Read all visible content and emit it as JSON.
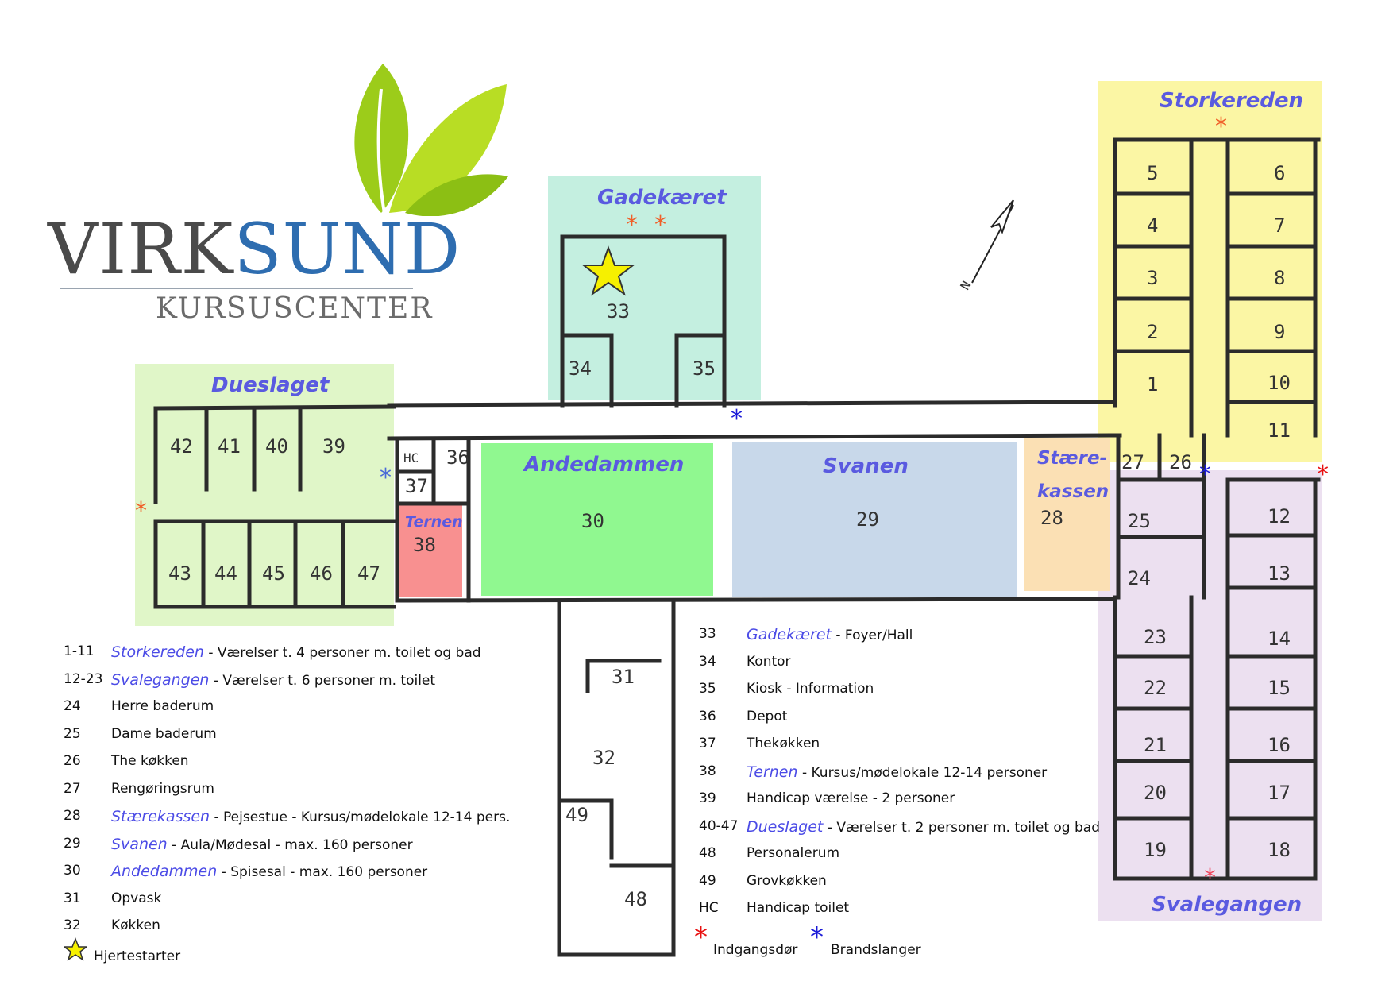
{
  "brand": {
    "logo_part1": "VIRK",
    "logo_part2": "SUND",
    "logo_sub": "KURSUSCENTER",
    "color_dark": "#4a4a4a",
    "color_blue": "#2e6db0",
    "leaf_color": "#9ccc1a"
  },
  "zones": {
    "storkereden": "Storkereden",
    "svalegangen": "Svalegangen",
    "gadekaeret": "Gadekæret",
    "dueslaget": "Dueslaget",
    "andedammen": "Andedammen",
    "svanen": "Svanen",
    "staere_1": "Stære-",
    "staere_2": "kassen",
    "ternen": "Ternen"
  },
  "rooms": {
    "r1": "1",
    "r2": "2",
    "r3": "3",
    "r4": "4",
    "r5": "5",
    "r6": "6",
    "r7": "7",
    "r8": "8",
    "r9": "9",
    "r10": "10",
    "r11": "11",
    "r12": "12",
    "r13": "13",
    "r14": "14",
    "r15": "15",
    "r16": "16",
    "r17": "17",
    "r18": "18",
    "r19": "19",
    "r20": "20",
    "r21": "21",
    "r22": "22",
    "r23": "23",
    "r24": "24",
    "r25": "25",
    "r26": "26",
    "r27": "27",
    "r28": "28",
    "r29": "29",
    "r30": "30",
    "r31": "31",
    "r32": "32",
    "r33": "33",
    "r34": "34",
    "r35": "35",
    "r36": "36",
    "r37": "37",
    "r38": "38",
    "r39": "39",
    "r40": "40",
    "r41": "41",
    "r42": "42",
    "r43": "43",
    "r44": "44",
    "r45": "45",
    "r46": "46",
    "r47": "47",
    "r48": "48",
    "r49": "49",
    "hc": "HC",
    "compass_n": "N"
  },
  "zone_colors": {
    "storkereden": "#fbf6a4",
    "svalegangen": "#ece0f0",
    "gadekaeret": "#c4efe0",
    "dueslaget": "#e0f6c8",
    "andedammen": "#90f890",
    "svanen": "#c8d8ea",
    "staerekassen": "#fbe0b4",
    "ternen": "#f89090"
  },
  "legend_left": [
    {
      "num": "1-11",
      "name": "Storkereden",
      "desc": " - Værelser t. 4 personer m. toilet og bad"
    },
    {
      "num": "12-23",
      "name": "Svalegangen",
      "desc": " - Værelser t. 6 personer m. toilet"
    },
    {
      "num": "24",
      "name": "",
      "desc": "Herre baderum"
    },
    {
      "num": "25",
      "name": "",
      "desc": "Dame baderum"
    },
    {
      "num": "26",
      "name": "",
      "desc": "The køkken"
    },
    {
      "num": "27",
      "name": "",
      "desc": "Rengøringsrum"
    },
    {
      "num": "28",
      "name": "Stærekassen",
      "desc": " - Pejsestue - Kursus/mødelokale 12-14 pers."
    },
    {
      "num": "29",
      "name": "Svanen",
      "desc": " - Aula/Mødesal - max. 160 personer"
    },
    {
      "num": "30",
      "name": "Andedammen",
      "desc": " - Spisesal - max. 160 personer"
    },
    {
      "num": "31",
      "name": "",
      "desc": "Opvask"
    },
    {
      "num": "32",
      "name": "",
      "desc": "Køkken"
    }
  ],
  "legend_right": [
    {
      "num": "33",
      "name": "Gadekæret",
      "desc": " - Foyer/Hall"
    },
    {
      "num": "34",
      "name": "",
      "desc": "Kontor"
    },
    {
      "num": "35",
      "name": "",
      "desc": "Kiosk - Information"
    },
    {
      "num": "36",
      "name": "",
      "desc": "Depot"
    },
    {
      "num": "37",
      "name": "",
      "desc": "Thekøkken"
    },
    {
      "num": "38",
      "name": "Ternen",
      "desc": " - Kursus/mødelokale 12-14 personer"
    },
    {
      "num": "39",
      "name": "",
      "desc": "Handicap værelse - 2 personer"
    },
    {
      "num": "40-47",
      "name": "Dueslaget",
      "desc": " - Værelser t. 2 personer m. toilet og bad"
    },
    {
      "num": "48",
      "name": "",
      "desc": "Personalerum"
    },
    {
      "num": "49",
      "name": "",
      "desc": "Grovkøkken"
    },
    {
      "num": "HC",
      "name": "",
      "desc": "Handicap toilet"
    }
  ],
  "symbols": {
    "heart_starter": "Hjertestarter",
    "entrance": "Indgangsdør",
    "fire_hose": "Brandslanger",
    "asterisk": "*",
    "entrance_color": "#e81010",
    "fire_hose_color": "#1a1ad8",
    "orange_marker_color": "#f0602a",
    "star_color": "#f6f000"
  }
}
